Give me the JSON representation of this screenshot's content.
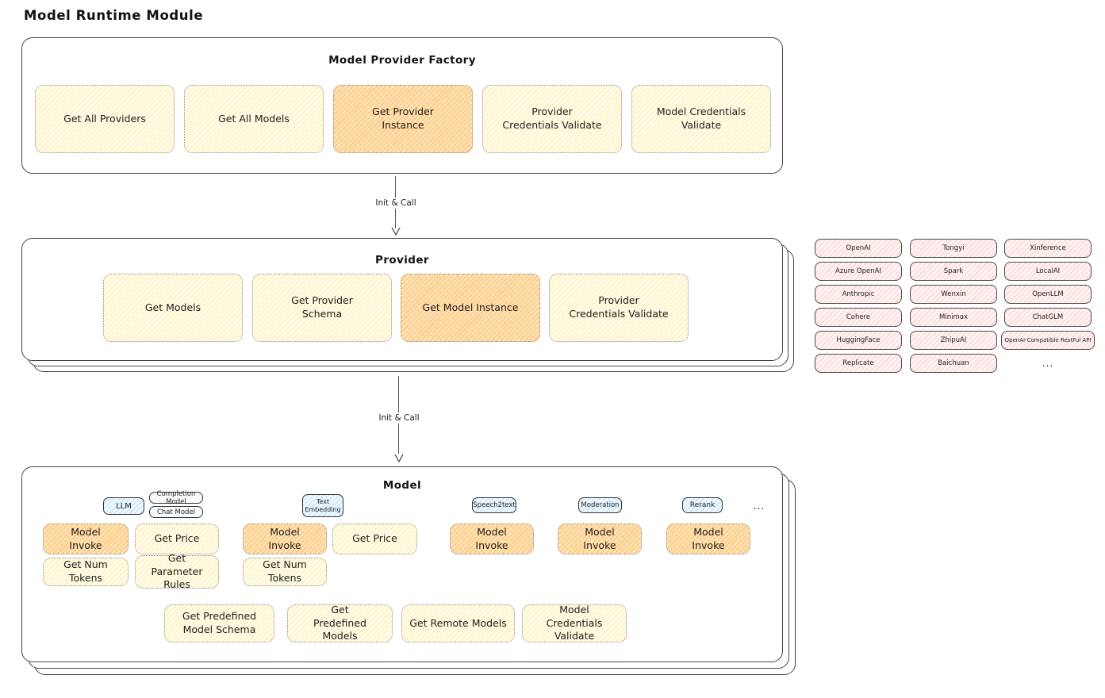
{
  "page_title": "Model Runtime Module",
  "factory": {
    "title": "Model Provider Factory",
    "items": [
      {
        "label": "Get All Providers",
        "highlight": false
      },
      {
        "label": "Get All Models",
        "highlight": false
      },
      {
        "label": "Get Provider Instance",
        "highlight": true
      },
      {
        "label": "Provider Credentials Validate",
        "highlight": false
      },
      {
        "label": "Model Credentials Validate",
        "highlight": false
      }
    ]
  },
  "arrow1": {
    "label": "Init & Call"
  },
  "arrow2": {
    "label": "Init & Call"
  },
  "provider": {
    "title": "Provider",
    "items": [
      {
        "label": "Get Models",
        "highlight": false
      },
      {
        "label": "Get Provider Schema",
        "highlight": false
      },
      {
        "label": "Get Model Instance",
        "highlight": true
      },
      {
        "label": "Provider Credentials Validate",
        "highlight": false
      }
    ]
  },
  "providers_grid": {
    "columns": [
      [
        "OpenAI",
        "Azure OpenAI",
        "Anthropic",
        "Cohere",
        "HuggingFace",
        "Replicate"
      ],
      [
        "Tongyi",
        "Spark",
        "Wenxin",
        "Minimax",
        "ZhipuAI",
        "Baichuan"
      ],
      [
        "Xinference",
        "LocalAI",
        "OpenLLM",
        "ChatGLM",
        "OpenAI-Compatible RestFul API",
        "..."
      ]
    ]
  },
  "model": {
    "title": "Model",
    "tabs": {
      "llm": "LLM",
      "completion_model": "Completion Model",
      "chat_model": "Chat Model",
      "text_embedding": "Text Embedding",
      "speech2text": "Speech2text",
      "moderation": "Moderation",
      "rerank": "Rerank",
      "more": "..."
    },
    "llm": {
      "invoke": "Model Invoke",
      "get_price": "Get Price",
      "get_num_tokens": "Get Num Tokens",
      "get_parameter_rules": "Get Parameter Rules"
    },
    "text_embedding": {
      "invoke": "Model Invoke",
      "get_price": "Get Price",
      "get_num_tokens": "Get Num Tokens"
    },
    "speech2text": {
      "invoke": "Model Invoke"
    },
    "moderation": {
      "invoke": "Model Invoke"
    },
    "rerank": {
      "invoke": "Model Invoke"
    },
    "common": {
      "get_predefined_model_schema": "Get Predefined Model Schema",
      "get_predefined_models": "Get Predefined Models",
      "get_remote_models": "Get Remote Models",
      "model_credentials_validate": "Model Credentials Validate"
    }
  },
  "colors": {
    "node_yellow_light": "#fff9e3",
    "node_yellow_highlight": "#ffd9a0",
    "provider_pink": "#ffdddd",
    "tab_blue": "#cfe8ff",
    "stroke": "#464646"
  }
}
